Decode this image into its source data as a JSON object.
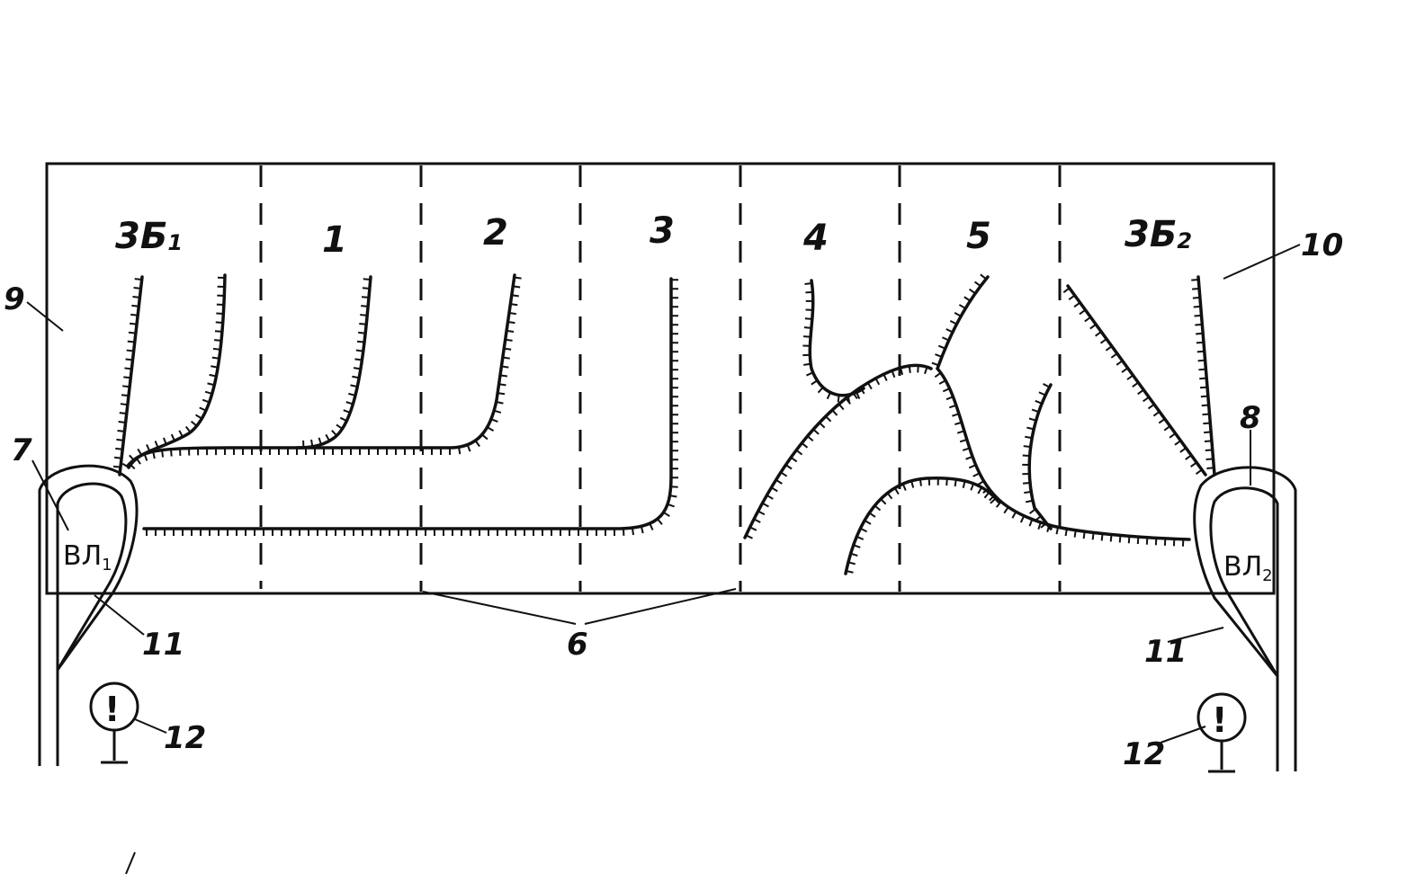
{
  "diagram": {
    "ink_color": "#111111",
    "background_color": "#ffffff",
    "zones": [
      {
        "main": "3Б",
        "sub": "1"
      },
      {
        "main": "1",
        "sub": ""
      },
      {
        "main": "2",
        "sub": ""
      },
      {
        "main": "3",
        "sub": ""
      },
      {
        "main": "4",
        "sub": ""
      },
      {
        "main": "5",
        "sub": ""
      },
      {
        "main": "3Б",
        "sub": "2"
      }
    ],
    "wells": [
      {
        "main": "ВЛ",
        "sub": "1"
      },
      {
        "main": "ВЛ",
        "sub": "2"
      }
    ],
    "callouts": {
      "c6": "6",
      "c7": "7",
      "c8": "8",
      "c9": "9",
      "c10": "10",
      "c11_left": "11",
      "c11_right": "11",
      "c12_left": "12",
      "c12_right": "12"
    },
    "icons": [
      "exclamation-marker-icon",
      "exclamation-marker-icon"
    ],
    "icon_symbol": "!"
  }
}
